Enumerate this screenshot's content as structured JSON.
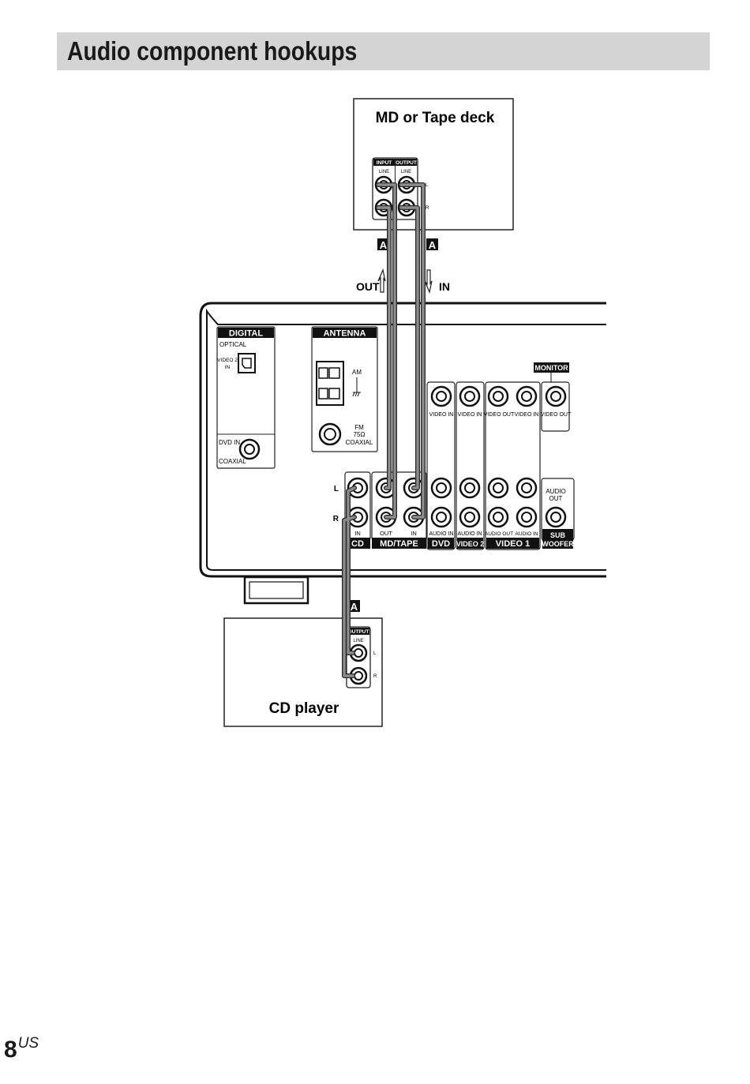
{
  "title": "Audio component hookups",
  "page_number": "8",
  "page_suffix": "US",
  "components": {
    "md_deck": "MD or Tape deck",
    "cd_player": "CD player"
  },
  "md_deck_jacks": {
    "input": "INPUT",
    "output": "OUTPUT",
    "line1": "LINE",
    "line2": "LINE",
    "l": "L",
    "r": "R"
  },
  "cd_jacks": {
    "output": "OUTPUT",
    "line": "LINE",
    "l": "L",
    "r": "R"
  },
  "cable_markers": {
    "a1": "A",
    "a2": "A",
    "a3": "A"
  },
  "signal_arrows": {
    "out": "OUT",
    "in": "IN"
  },
  "receiver": {
    "digital": "DIGITAL",
    "optical": "OPTICAL",
    "video2_in_1": "VIDEO 2",
    "video2_in_2": "IN",
    "dvd_in": "DVD IN",
    "coaxial": "COAXIAL",
    "antenna": "ANTENNA",
    "am": "AM",
    "fm_1": "FM",
    "fm_2": "75Ω",
    "fm_3": "COAXIAL",
    "monitor": "MONITOR",
    "video_in_dvd": "VIDEO IN",
    "video_in_v2": "VIDEO IN",
    "video_out_v1": "VIDEO OUT",
    "video_in_v1": "VIDEO IN",
    "video_out_mon": "VIDEO OUT",
    "row_l": "L",
    "row_r": "R",
    "cd_in": "IN",
    "md_out": "OUT",
    "md_in": "IN",
    "audio_in_dvd": "AUDIO IN",
    "audio_in_v2": "AUDIO IN",
    "audio_out_v1": "AUDIO OUT",
    "audio_in_v1": "AUDIO IN",
    "audio_out_1": "AUDIO",
    "audio_out_2": "OUT",
    "sec_cd": "CD",
    "sec_md": "MD/TAPE",
    "sec_dvd": "DVD",
    "sec_v2": "VIDEO 2",
    "sec_v1": "VIDEO 1",
    "sec_sub_1": "SUB",
    "sec_sub_2": "WOOFER"
  }
}
